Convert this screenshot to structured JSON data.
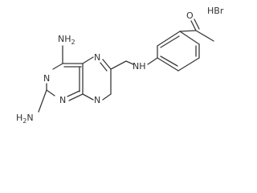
{
  "molecule": {
    "salt": "HBr",
    "atoms": {
      "nh2_top": {
        "main": "NH",
        "sub": "2"
      },
      "nh2_bottom_h": "H",
      "nh2_bottom_sub": "2",
      "nh2_bottom_n": "N",
      "n1": "N",
      "n3": "N",
      "n5": "N",
      "n8": "N",
      "nh_link": "NH",
      "carbonyl_o": "O"
    }
  }
}
